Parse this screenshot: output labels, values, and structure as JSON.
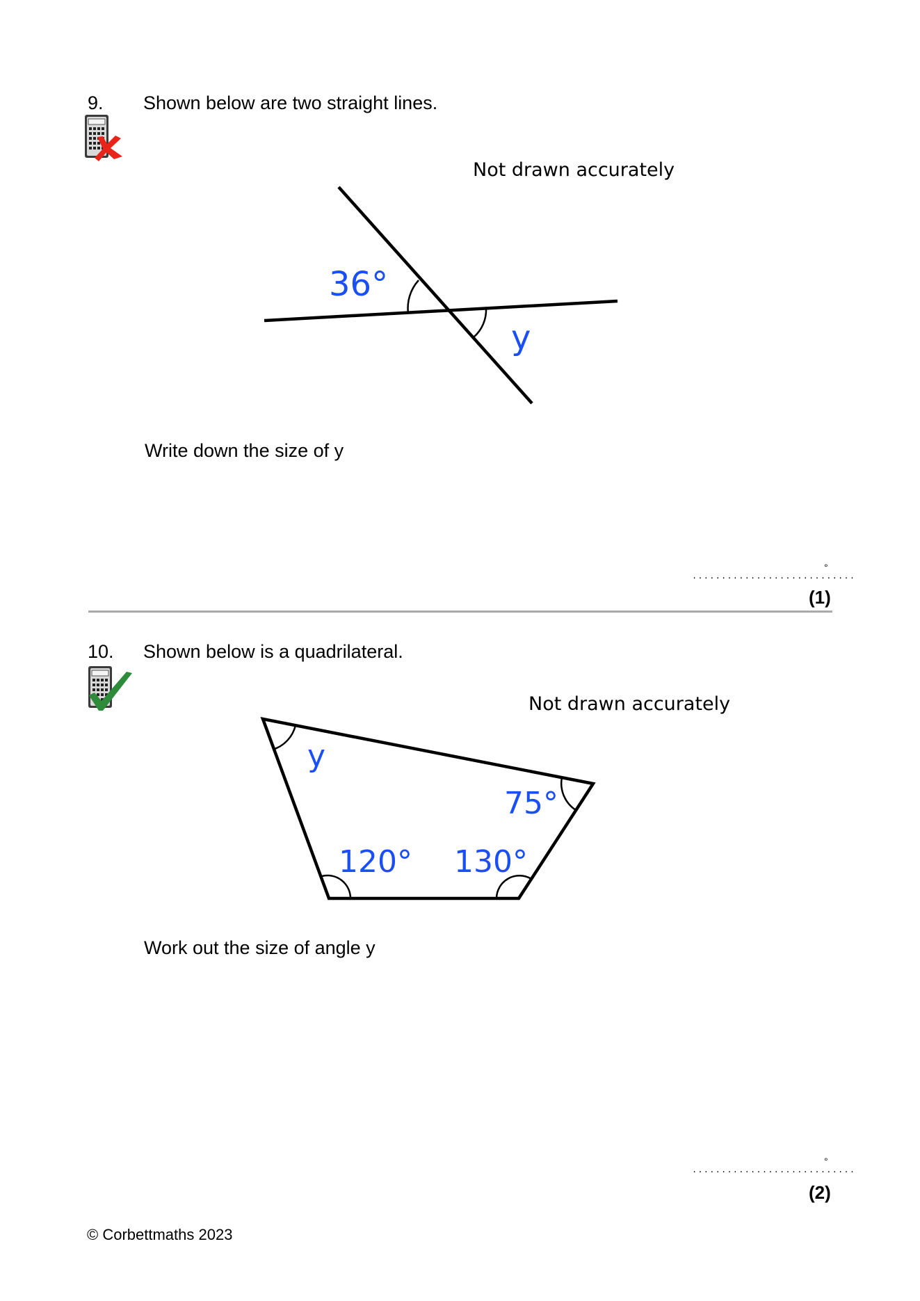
{
  "questions": [
    {
      "number": "9.",
      "title": "Shown below are two straight lines.",
      "calculator": "not-allowed",
      "note": "Not drawn accurately",
      "diagram": {
        "type": "intersecting-lines",
        "angle_labels": [
          "36°",
          "y"
        ]
      },
      "prompt": "Write down the size of y",
      "answer_unit": "°",
      "answer_dots": "............................",
      "marks": "(1)"
    },
    {
      "number": "10.",
      "title": "Shown below is a quadrilateral.",
      "calculator": "allowed",
      "note": "Not drawn accurately",
      "diagram": {
        "type": "quadrilateral",
        "angle_labels": [
          "y",
          "75°",
          "120°",
          "130°"
        ]
      },
      "prompt": "Work out the size of angle y",
      "answer_unit": "°",
      "answer_dots": "............................",
      "marks": "(2)"
    }
  ],
  "footer": "© Corbettmaths 2023",
  "colors": {
    "label_blue": "#1a4ff5",
    "separator": "#aaaaaa",
    "cross_red": "#e8231a",
    "tick_green": "#2e8b3a"
  }
}
